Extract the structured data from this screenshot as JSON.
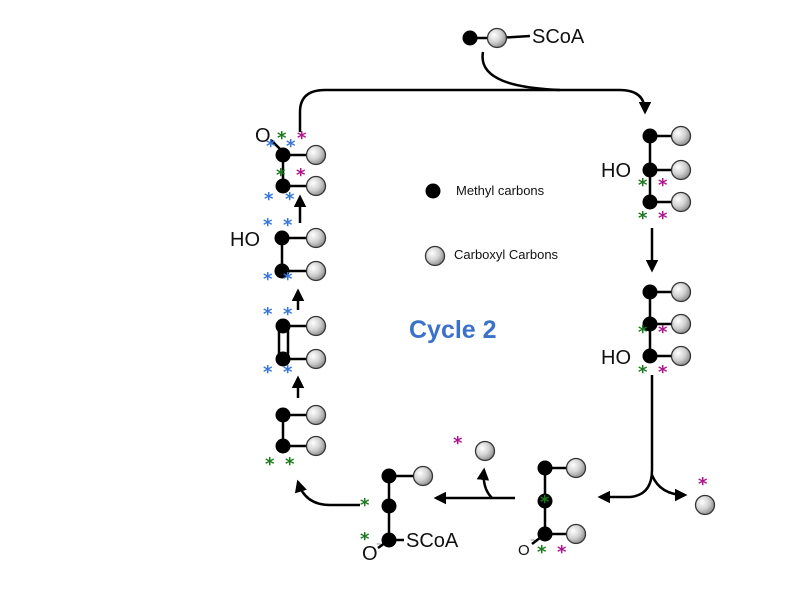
{
  "title": "Cycle 2",
  "legend": {
    "methyl": "Methyl carbons",
    "carboxyl": "Carboxyl Carbons"
  },
  "labels": {
    "acetyl_coa": "SCoA",
    "ho_right_top": "HO",
    "ho_right_mid": "HO",
    "ho_left": "HO",
    "o_left_top": "O",
    "scoa_bottom": "SCoA",
    "o_minus_bottom": "O",
    "o_minus_right": "O"
  },
  "colors": {
    "methyl_atom": "#000000",
    "carboxyl_atom": "#c8c8c8",
    "star_blue": "#3a76d8",
    "star_green": "#1b7a1b",
    "star_magenta": "#b0158f",
    "title": "#3b72c9"
  },
  "star_glyph": "*"
}
